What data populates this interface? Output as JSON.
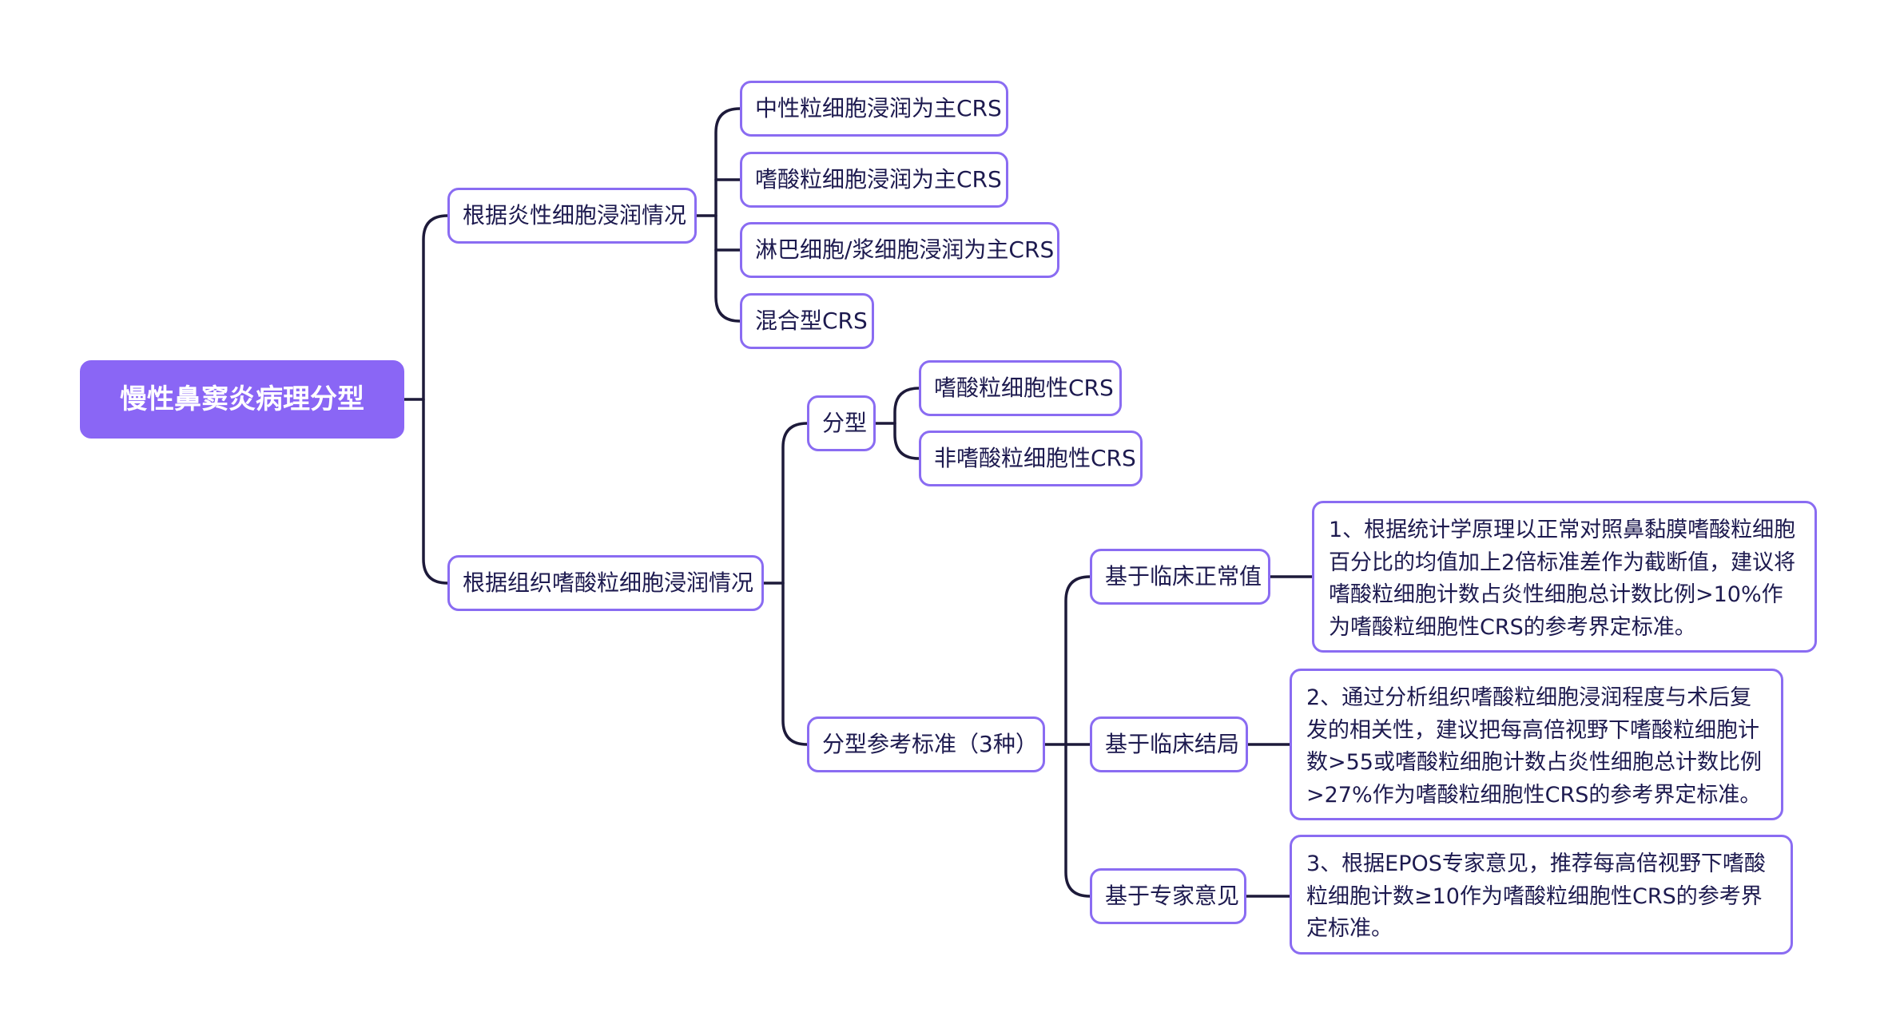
{
  "root": {
    "label": "慢性鼻窦炎病理分型"
  },
  "branch_inflammatory": {
    "label": "根据炎性细胞浸润情况",
    "children": [
      "中性粒细胞浸润为主CRS",
      "嗜酸粒细胞浸润为主CRS",
      "淋巴细胞/浆细胞浸润为主CRS",
      "混合型CRS"
    ]
  },
  "branch_eosinophil": {
    "label": "根据组织嗜酸粒细胞浸润情况",
    "types": {
      "label": "分型",
      "children": [
        "嗜酸粒细胞性CRS",
        "非嗜酸粒细胞性CRS"
      ]
    },
    "criteria": {
      "label": "分型参考标准（3种）",
      "items": [
        {
          "label": "基于临床正常值",
          "note": "1、根据统计学原理以正常对照鼻黏膜嗜酸粒细胞百分比的均值加上2倍标准差作为截断值，建议将嗜酸粒细胞计数占炎性细胞总计数比例>10%作为嗜酸粒细胞性CRS的参考界定标准。"
        },
        {
          "label": "基于临床结局",
          "note": "2、通过分析组织嗜酸粒细胞浸润程度与术后复发的相关性，建议把每高倍视野下嗜酸粒细胞计数>55或嗜酸粒细胞计数占炎性细胞总计数比例>27%作为嗜酸粒细胞性CRS的参考界定标准。"
        },
        {
          "label": "基于专家意见",
          "note": "3、根据EPOS专家意见，推荐每高倍视野下嗜酸粒细胞计数≥10作为嗜酸粒细胞性CRS的参考界定标准。"
        }
      ]
    }
  },
  "colors": {
    "accent": "#8a66f5",
    "node_border": "#8a6cf2",
    "connector": "#1d1a3a",
    "text": "#1d1a4f"
  }
}
